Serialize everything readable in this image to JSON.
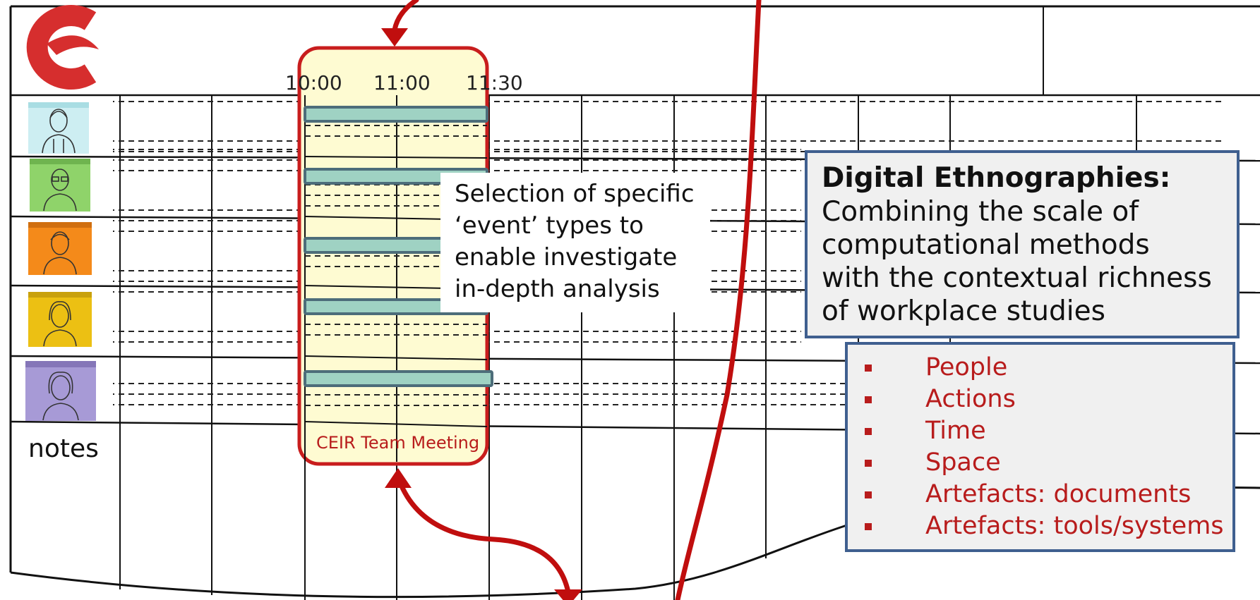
{
  "colors": {
    "highlight_fill": "#fefbd2",
    "highlight_border": "#c81d1d",
    "event_bar": "#9fd2c3",
    "event_bar_border": "#4d6d7a",
    "arrow": "#c00e0e",
    "box_border": "#3f5f8f",
    "box_fill": "#f0f0f0",
    "logo": "#d62e2e"
  },
  "logo": {
    "icon": "c-logo-icon"
  },
  "timeline": {
    "ticks": [
      "10:00",
      "11:00",
      "11:30"
    ],
    "meeting_label": "CEIR Team Meeting",
    "notes_label": "notes",
    "people": [
      {
        "icon": "person-icon",
        "color": "#cdeef2"
      },
      {
        "icon": "person-icon",
        "color": "#8fd36a"
      },
      {
        "icon": "person-icon",
        "color": "#f48a1a"
      },
      {
        "icon": "person-icon",
        "color": "#ecc013"
      },
      {
        "icon": "person-icon",
        "color": "#a79ad6"
      }
    ]
  },
  "callout": {
    "lines": [
      "Selection of specific",
      "‘event’ types to",
      "enable investigate",
      "in-depth analysis"
    ]
  },
  "digital_ethnographies": {
    "title": "Digital Ethnographies:",
    "lines": [
      "Combining the scale of",
      "computational methods",
      "with the contextual richness",
      "of workplace studies"
    ]
  },
  "aspects": [
    "People",
    "Actions",
    "Time",
    "Space",
    "Artefacts: documents",
    "Artefacts: tools/systems"
  ]
}
